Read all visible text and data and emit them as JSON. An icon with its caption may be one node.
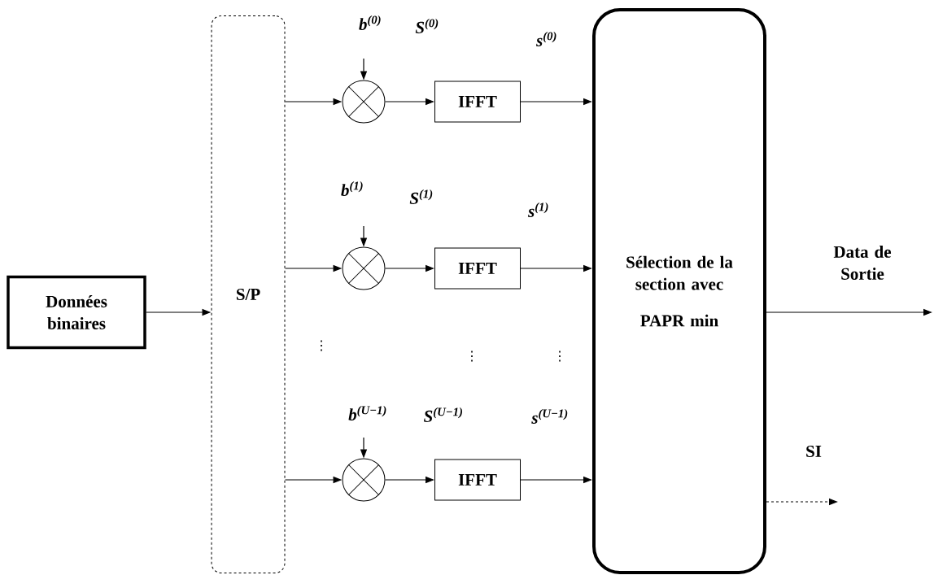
{
  "diagram": {
    "nodes": [
      {
        "text": [
          "Données binaires"
        ]
      },
      {
        "text": [
          "S/P"
        ]
      },
      {
        "text": [],
        "shape": "circle"
      },
      {
        "text": [],
        "shape": "circle"
      },
      {
        "text": [],
        "shape": "circle"
      },
      {
        "text": [
          "IFFT"
        ]
      },
      {
        "text": [
          "IFFT"
        ]
      },
      {
        "text": [
          "IFFT"
        ]
      },
      {
        "text": [
          "Sélection de la section avec",
          "PAPR min"
        ]
      }
    ],
    "edges": [
      {
        "from": 0,
        "to": 1,
        "arrow": "to"
      },
      {
        "from": 1,
        "to": 2,
        "arrow": "to"
      },
      {
        "from": 1,
        "to": 3,
        "arrow": "to"
      },
      {
        "from": 1,
        "to": 4,
        "arrow": "to"
      },
      {
        "from": null,
        "to": 2,
        "arrow": "to",
        "label": "b$^{(0)}$"
      },
      {
        "from": null,
        "to": 3,
        "arrow": "to",
        "label": "b$^{(1)}$"
      },
      {
        "from": null,
        "to": 4,
        "arrow": "to",
        "label": "b$^{(U−1)}$"
      },
      {
        "from": 2,
        "to": 5,
        "arrow": "to",
        "label": "S$^{(0)}$"
      },
      {
        "from": 3,
        "to": 6,
        "arrow": "to",
        "label": "S$^{(1)}$"
      },
      {
        "from": 4,
        "to": 7,
        "arrow": "to",
        "label": "S$^{(U−1)}$"
      },
      {
        "from": 5,
        "to": 8,
        "arrow": "to",
        "label": "s$^{(0)}$"
      },
      {
        "from": 6,
        "to": 8,
        "arrow": "to",
        "label": "s$^{(1)}$"
      },
      {
        "from": 7,
        "to": 8,
        "arrow": "to",
        "label": "s$^{(U−1)}$"
      },
      {
        "from": 8,
        "to": null,
        "arrow": "to",
        "label": "Data de Sortie"
      },
      {
        "from": 8,
        "to": null,
        "arrow": "to",
        "label": "SI",
        "style": "dashed"
      }
    ],
    "labels": [
      "⋮",
      "⋮",
      "⋮"
    ]
  }
}
